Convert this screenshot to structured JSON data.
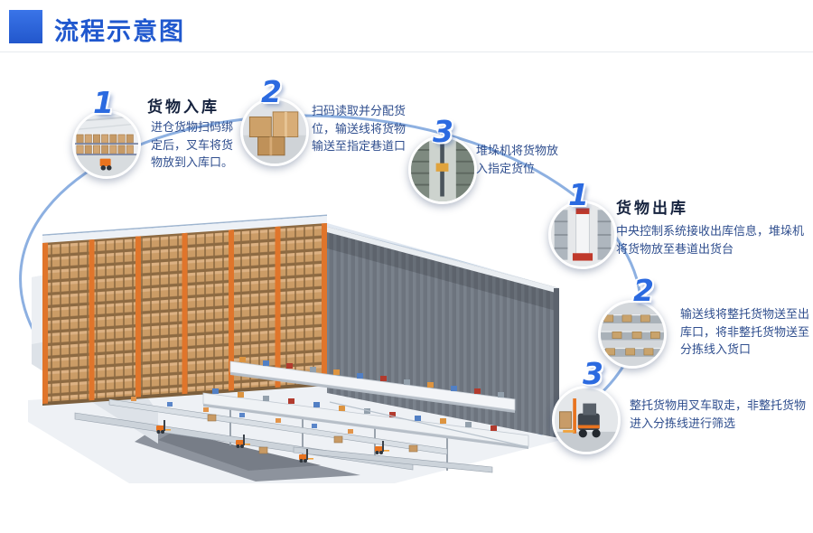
{
  "header": {
    "title": "流程示意图"
  },
  "inbound": {
    "heading": "货物入库",
    "steps": [
      {
        "num": "1",
        "text": "进仓货物扫码绑定后，叉车将货物放到入库口。",
        "photo": "warehouse-racks-photo"
      },
      {
        "num": "2",
        "text": "扫码读取并分配货位，输送线将货物输送至指定巷道口",
        "photo": "carton-boxes-photo"
      },
      {
        "num": "3",
        "text": "堆垛机将货物放入指定货位",
        "photo": "stacker-crane-aisle-photo"
      }
    ]
  },
  "outbound": {
    "heading": "货物出库",
    "steps": [
      {
        "num": "1",
        "text": "中央控制系统接收出库信息，堆垛机将货物放至巷道出货台",
        "photo": "outbound-crane-photo"
      },
      {
        "num": "2",
        "text": "输送线将整托货物送至出库口，将非整托货物送至分拣线入货口",
        "photo": "conveyor-line-photo"
      },
      {
        "num": "3",
        "text": "整托货物用叉车取走，非整托货物进入分拣线进行筛选",
        "photo": "forklift-photo"
      }
    ]
  },
  "colors": {
    "accent_block": "#2e66dc",
    "title_blue": "#2058ce",
    "number_blue": "#2b6ae0",
    "arc_blue": "#79a2dc",
    "heading_dark": "#14213d",
    "body_text": "#2f4e8e",
    "rack_beige": "#cb9c66",
    "column_orange": "#e0752b",
    "wall_gray": "#6d747e"
  }
}
